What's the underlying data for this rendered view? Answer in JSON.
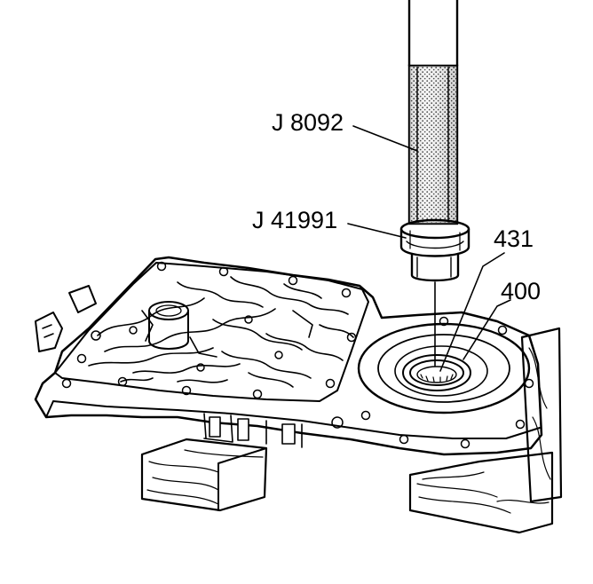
{
  "callouts": {
    "tool_driver": "J 8092",
    "tool_installer": "J 41991",
    "part_seal": "431",
    "part_housing": "400"
  },
  "colors": {
    "ink": "#000000",
    "paper": "#ffffff",
    "tool_shade": "#cfcfcf"
  }
}
